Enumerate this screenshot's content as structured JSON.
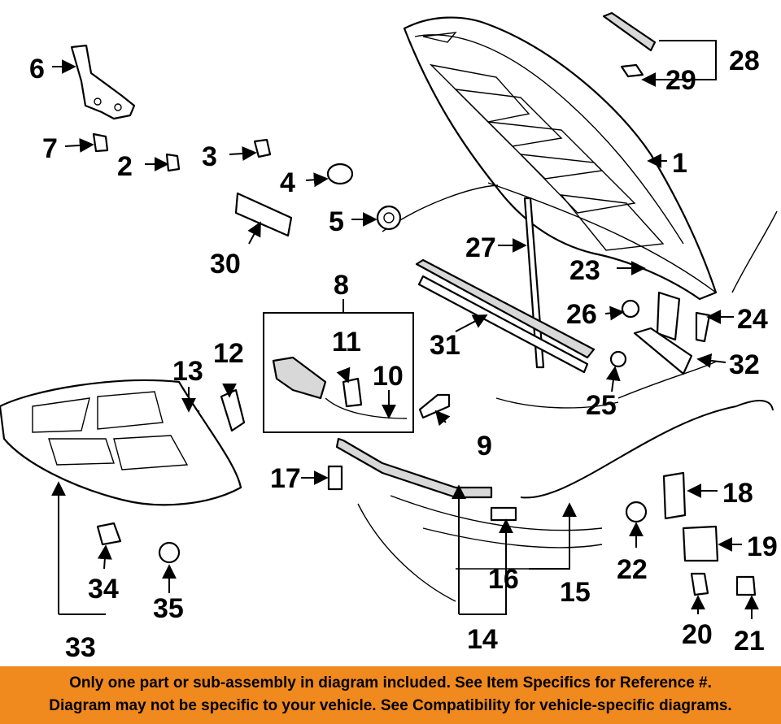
{
  "callouts": [
    "1",
    "2",
    "3",
    "4",
    "5",
    "6",
    "7",
    "8",
    "9",
    "10",
    "11",
    "12",
    "13",
    "14",
    "15",
    "16",
    "17",
    "18",
    "19",
    "20",
    "21",
    "22",
    "23",
    "24",
    "25",
    "26",
    "27",
    "28",
    "29",
    "30",
    "31",
    "32",
    "33",
    "34",
    "35"
  ],
  "banner": {
    "line1": "Only one part or sub-assembly in diagram included. See Item Specifics for Reference #.",
    "line2": "Diagram may not be specific to your vehicle. See Compatibility for vehicle-specific diagrams."
  },
  "colors": {
    "banner": "#f0891e",
    "ink": "#000000",
    "paper": "#ffffff"
  }
}
